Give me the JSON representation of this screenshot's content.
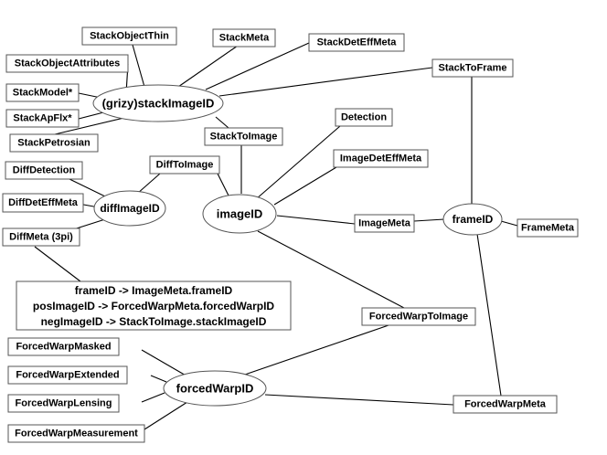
{
  "nodes": {
    "stack": "(grizy)stackImageID",
    "diff": "diffImageID",
    "image": "imageID",
    "frame": "frameID",
    "warp": "forcedWarpID"
  },
  "tables": {
    "StackObjectThin": "StackObjectThin",
    "StackMeta": "StackMeta",
    "StackDetEffMeta": "StackDetEffMeta",
    "StackObjectAttributes": "StackObjectAttributes",
    "StackToFrame": "StackToFrame",
    "StackModel": "StackModel*",
    "StackApFlx": "StackApFlx*",
    "StackPetrosian": "StackPetrosian",
    "StackToImage": "StackToImage",
    "Detection": "Detection",
    "DiffToImage": "DiffToImage",
    "DiffDetection": "DiffDetection",
    "ImageDetEffMeta": "ImageDetEffMeta",
    "DiffDetEffMeta": "DiffDetEffMeta",
    "ImageMeta": "ImageMeta",
    "FrameMeta": "FrameMeta",
    "DiffMeta": "DiffMeta (3pi)",
    "ForcedWarpToImage": "ForcedWarpToImage",
    "ForcedWarpMasked": "ForcedWarpMasked",
    "ForcedWarpExtended": "ForcedWarpExtended",
    "ForcedWarpLensing": "ForcedWarpLensing",
    "ForcedWarpMeta": "ForcedWarpMeta",
    "ForcedWarpMeasurement": "ForcedWarpMeasurement"
  },
  "note": [
    "frameID -> ImageMeta.frameID",
    "posImageID -> ForcedWarpMeta.forcedWarpID",
    "negImageID -> StackToImage.stackImageID"
  ]
}
